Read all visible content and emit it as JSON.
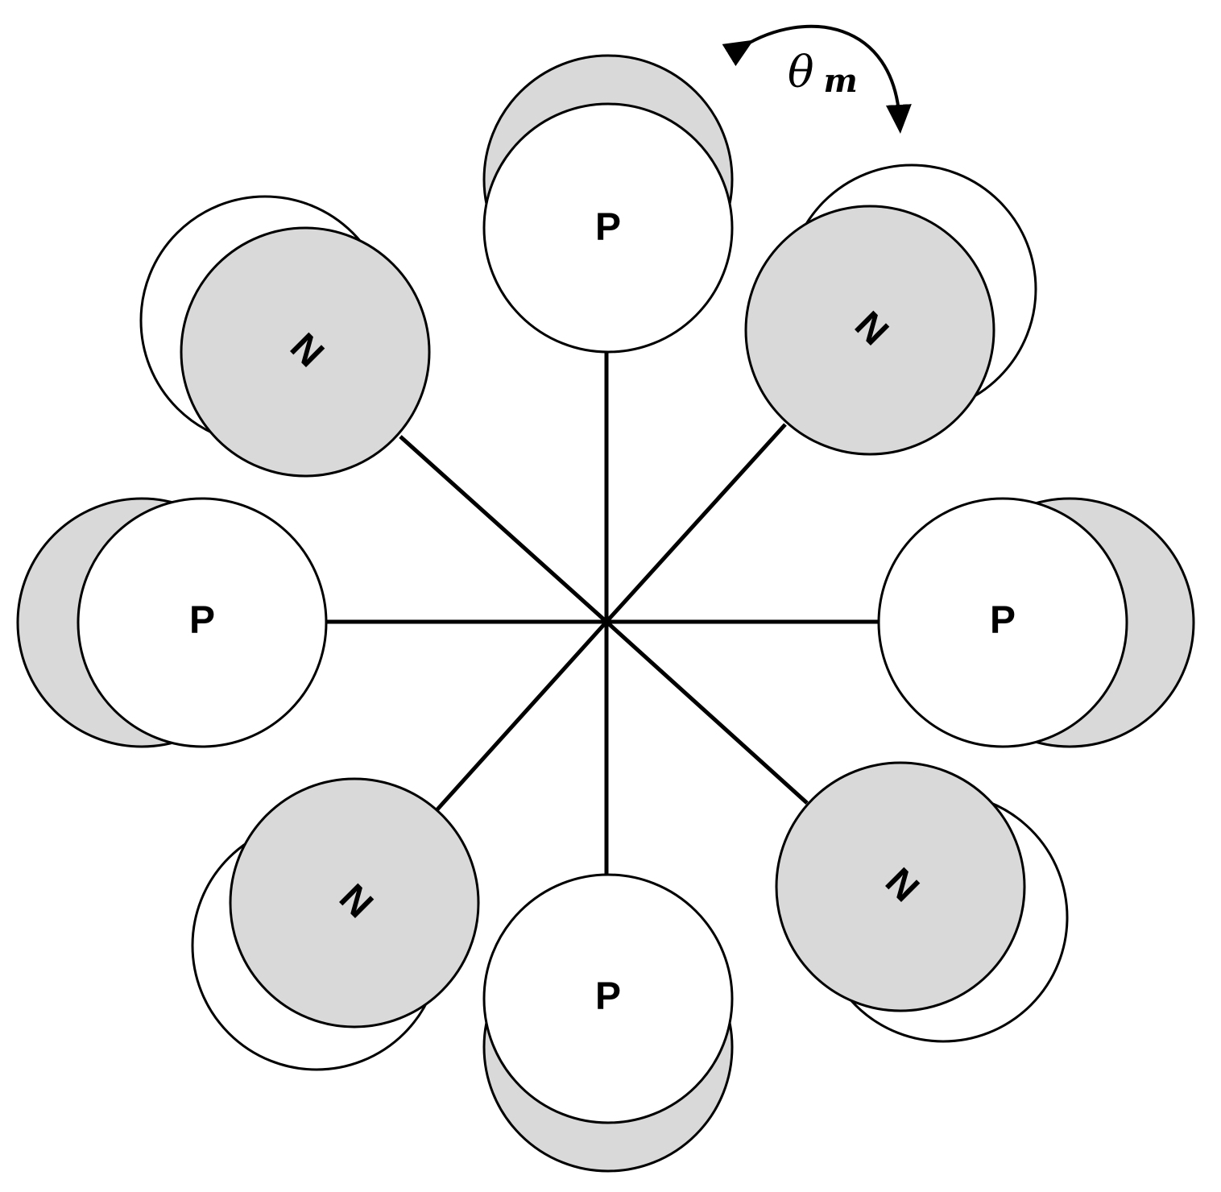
{
  "colors": {
    "shaded": "#d9d9d9",
    "unshaded": "#ffffff",
    "line": "#000000"
  },
  "poles": [
    {
      "label": "P"
    },
    {
      "label": "N"
    },
    {
      "label": "P"
    },
    {
      "label": "N"
    },
    {
      "label": "P"
    },
    {
      "label": "N"
    },
    {
      "label": "P"
    },
    {
      "label": "N"
    }
  ],
  "angle_label": {
    "symbol": "θ",
    "subscript": "m"
  },
  "icons": {
    "rotation_arrow": "curved-double-arrow-icon"
  }
}
